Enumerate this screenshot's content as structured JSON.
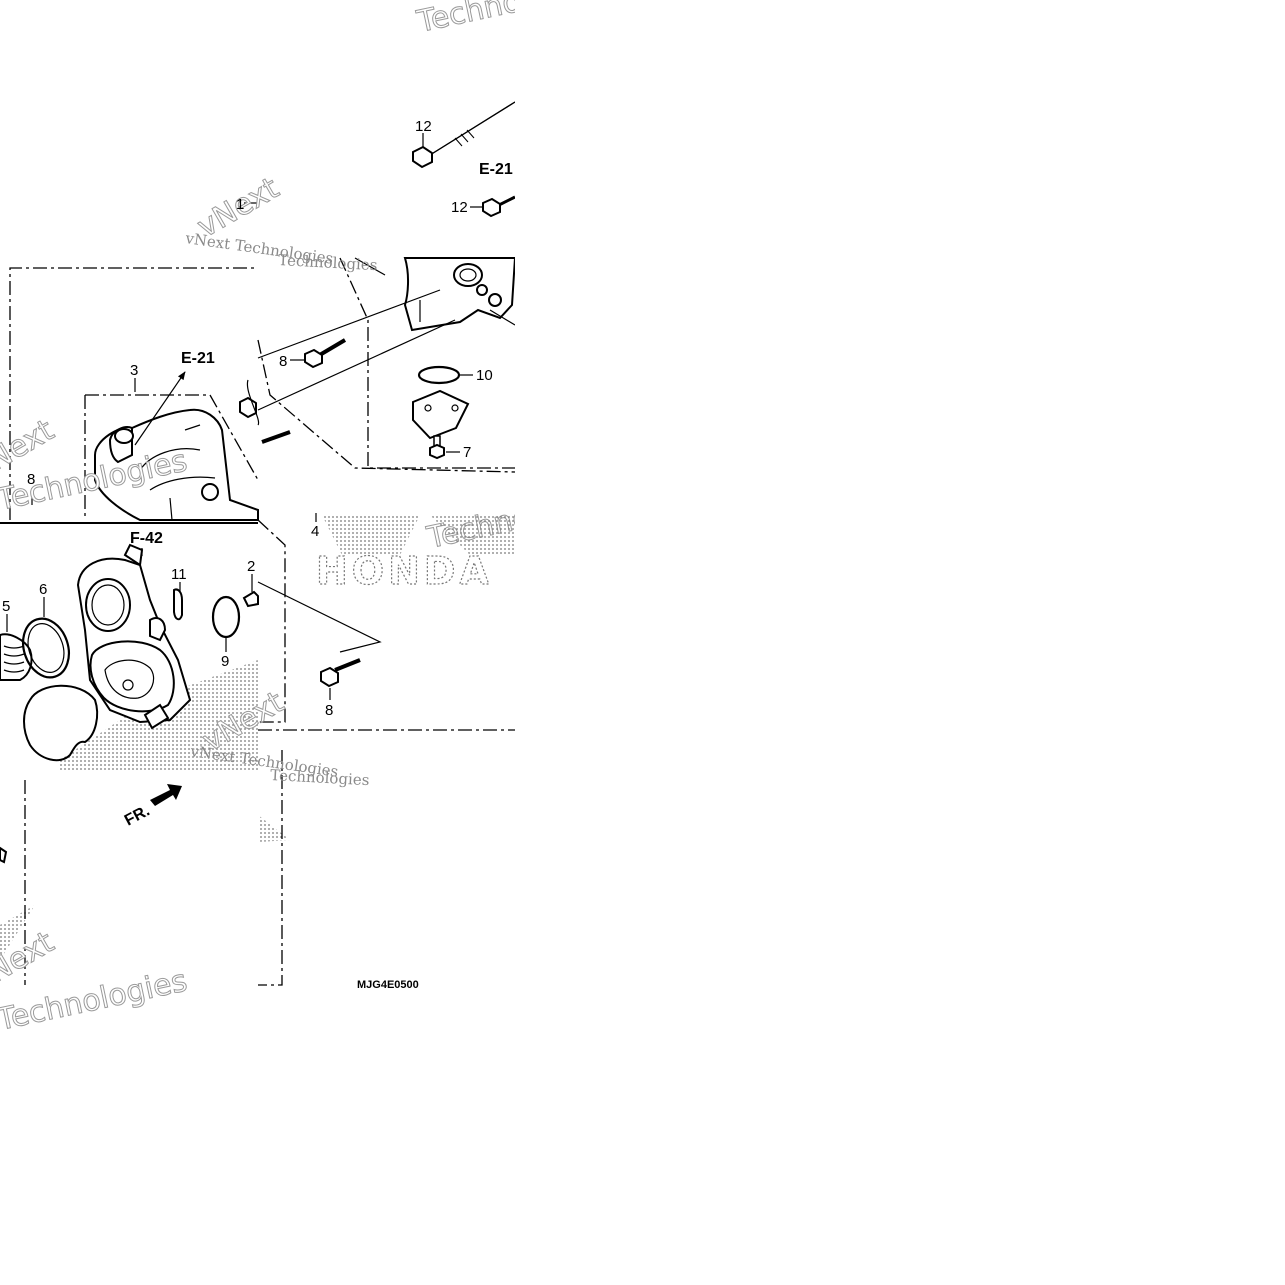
{
  "diagram": {
    "code": "MJG4E0500",
    "watermark": {
      "lines": [
        "vNext",
        "Technologies"
      ],
      "text": "vNext Technologies",
      "fragment": "Techno"
    },
    "brand": {
      "logo": "HONDA"
    },
    "references": {
      "e21_top": "E-21",
      "e21_mid": "E-21",
      "f42": "F-42"
    },
    "direction": "FR.",
    "callouts": {
      "c1": "1",
      "c2": "2",
      "c3": "3",
      "c4": "4",
      "c5": "5",
      "c6": "6",
      "c7": "7",
      "c8a": "8",
      "c8b": "8",
      "c8c": "8",
      "c9": "9",
      "c10": "10",
      "c11": "11",
      "c12a": "12",
      "c12b": "12"
    }
  }
}
